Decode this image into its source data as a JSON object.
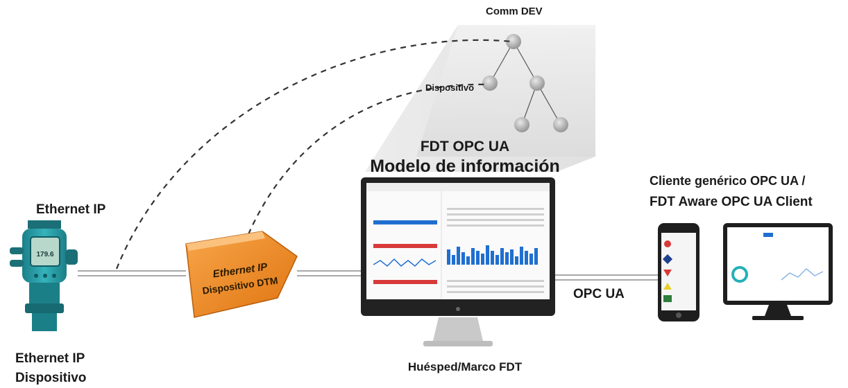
{
  "labels": {
    "ethernet_ip_top": "Ethernet IP",
    "ethernet_ip_device_line1": "Ethernet IP",
    "ethernet_ip_device_line2": "Dispositivo",
    "fdt_opc_ua": "FDT OPC UA",
    "information_model": "Modelo de información",
    "comm_dev": "Comm DEV",
    "tree_device": "Dispositivo",
    "host_frame": "Huésped/Marco FDT",
    "opc_ua": "OPC UA",
    "client_line1": "Cliente genérico OPC UA /",
    "client_line2": "FDT Aware OPC UA Client"
  },
  "dtm_box": {
    "line1": "Ethernet IP",
    "line2": "Dispositivo DTM",
    "color": "#f08a1c"
  },
  "transmitter": {
    "display_value": "179.6",
    "body_color": "#2aa0a8"
  },
  "colors": {
    "link_line": "#b0b0b0",
    "dashed_line": "#333333",
    "tree_node": "#b5b5b5",
    "accent_blue": "#1f6fd0",
    "accent_red": "#d83a3a"
  }
}
